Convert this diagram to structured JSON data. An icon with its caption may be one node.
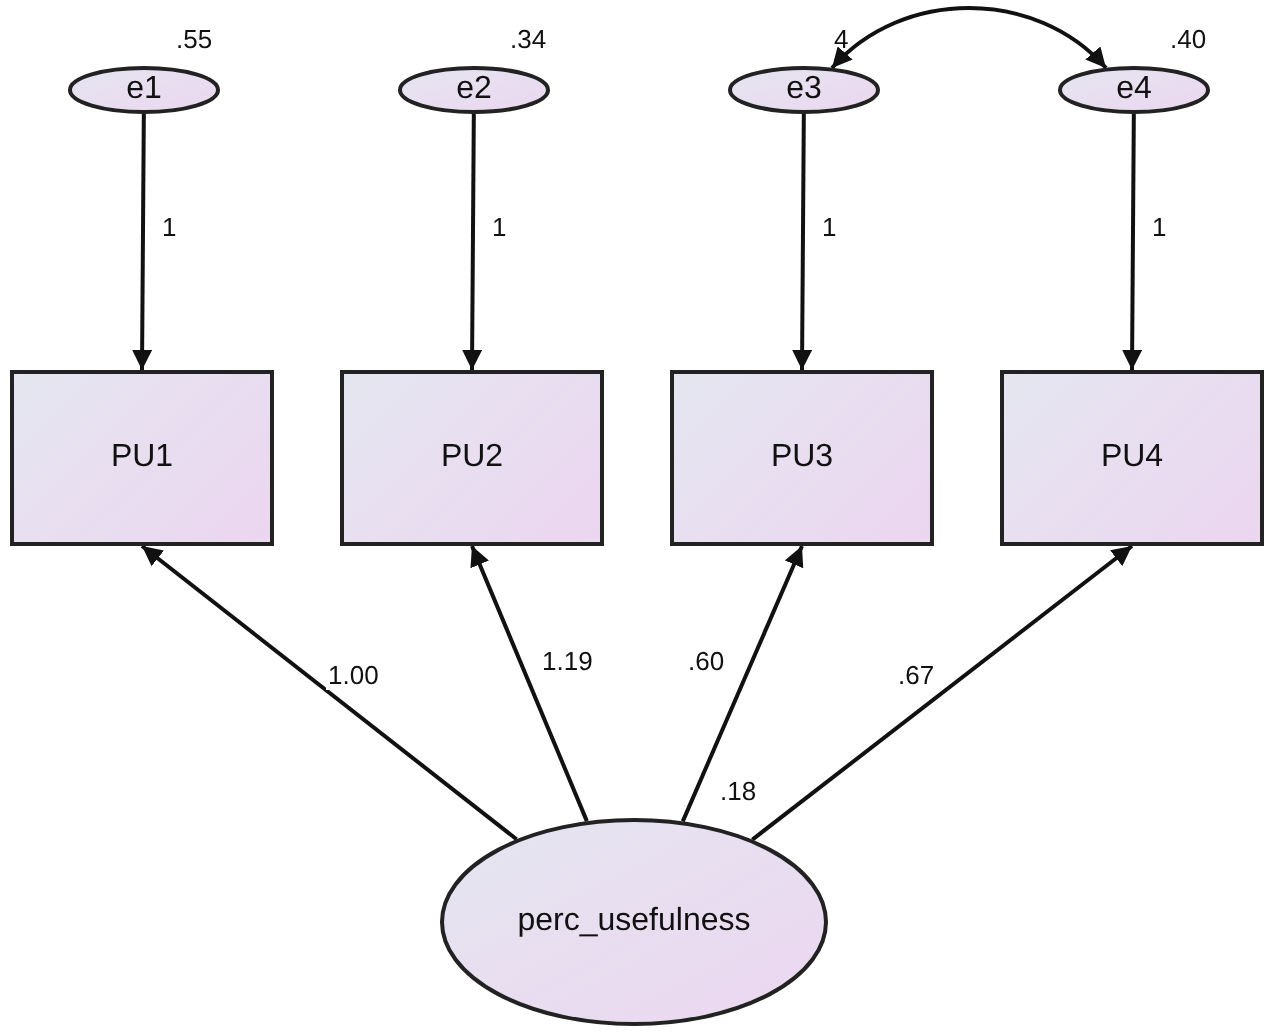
{
  "diagram": {
    "nodes": [
      {
        "text": [
          "e1"
        ],
        "beside": [
          ".55"
        ]
      },
      {
        "text": [
          "e2"
        ],
        "beside": [
          ".34"
        ]
      },
      {
        "text": [
          "e3"
        ],
        "beside": [
          "4"
        ]
      },
      {
        "text": [
          "e4"
        ],
        "beside": [
          ".40"
        ]
      },
      {
        "text": [
          "PU1"
        ]
      },
      {
        "text": [
          "PU2"
        ]
      },
      {
        "text": [
          "PU3"
        ]
      },
      {
        "text": [
          "PU4"
        ]
      },
      {
        "text": [
          "perc_usefulness"
        ],
        "beside": [
          ".18"
        ]
      }
    ],
    "edges": [
      {
        "from": 0,
        "to": 4,
        "arrow": "to",
        "label": "1"
      },
      {
        "from": 1,
        "to": 5,
        "arrow": "to",
        "label": "1"
      },
      {
        "from": 2,
        "to": 6,
        "arrow": "to",
        "label": "1"
      },
      {
        "from": 3,
        "to": 7,
        "arrow": "to",
        "label": "1"
      },
      {
        "from": 2,
        "to": 3,
        "arrow": "both"
      },
      {
        "from": 8,
        "to": 4,
        "arrow": "to",
        "label": "1.00"
      },
      {
        "from": 8,
        "to": 5,
        "arrow": "to",
        "label": "1.19"
      },
      {
        "from": 8,
        "to": 6,
        "arrow": "to",
        "label": ".60"
      },
      {
        "from": 8,
        "to": 7,
        "arrow": "to",
        "label": ".67"
      }
    ]
  }
}
